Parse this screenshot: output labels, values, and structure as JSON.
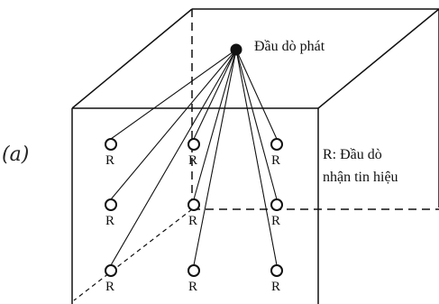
{
  "figure": {
    "panel_label": "(a)",
    "source_label": "Đầu dò phát",
    "receiver_legend_line1": "R: Đầu dò",
    "receiver_legend_line2": "nhận tin hiệu"
  },
  "receivers": [
    {
      "label": "R"
    },
    {
      "label": "R"
    },
    {
      "label": "R"
    },
    {
      "label": "R"
    },
    {
      "label": "R"
    },
    {
      "label": "R"
    },
    {
      "label": "R"
    },
    {
      "label": "R"
    },
    {
      "label": "R"
    }
  ]
}
